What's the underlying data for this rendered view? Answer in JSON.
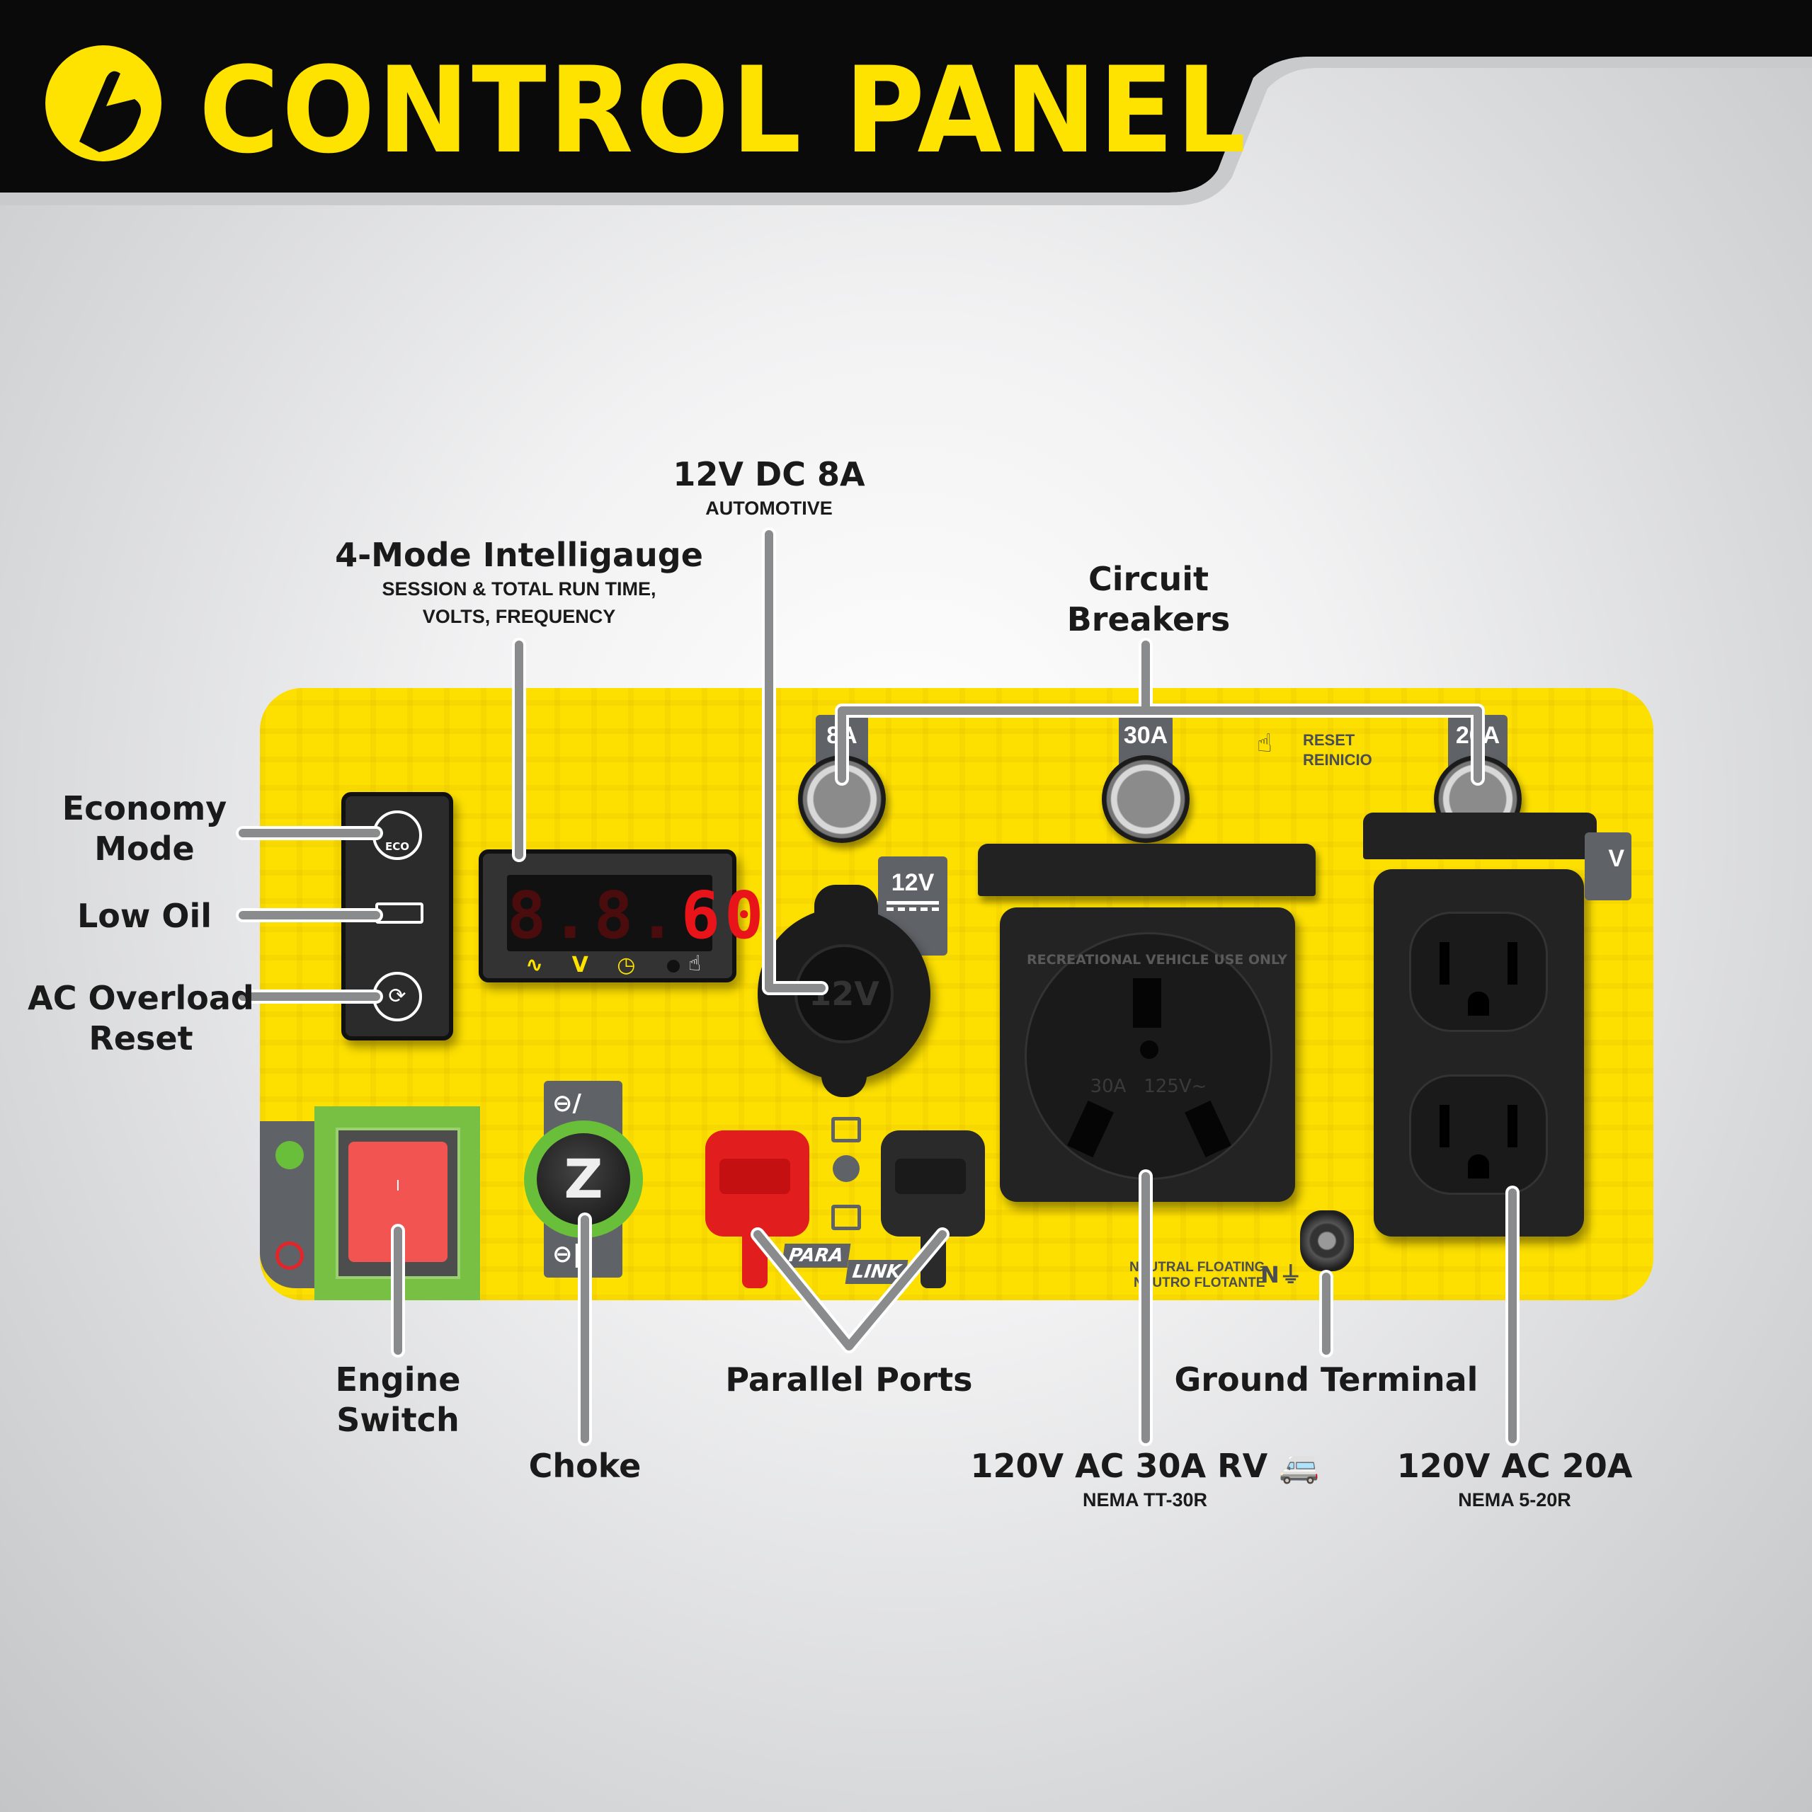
{
  "header": {
    "title": "CONTROL PANEL",
    "logo_icon": "hand-pointer-icon",
    "colors": {
      "bar": "#0a0a0a",
      "title": "#ffe300"
    }
  },
  "labels": {
    "dc": {
      "title": "12V DC 8A",
      "sub": "AUTOMOTIVE"
    },
    "gauge": {
      "title": "4-Mode Intelligauge",
      "sub1": "SESSION & TOTAL RUN TIME,",
      "sub2": "VOLTS, FREQUENCY"
    },
    "breakers": {
      "line1": "Circuit",
      "line2": "Breakers"
    },
    "eco": {
      "line1": "Economy",
      "line2": "Mode"
    },
    "oil": {
      "title": "Low Oil"
    },
    "overload": {
      "line1": "AC Overload",
      "line2": "Reset"
    },
    "engine": {
      "line1": "Engine",
      "line2": "Switch"
    },
    "choke": {
      "title": "Choke"
    },
    "parallel": {
      "title": "Parallel Ports"
    },
    "ground": {
      "title": "Ground Terminal"
    },
    "rv": {
      "title": "120V AC 30A RV",
      "sub": "NEMA TT-30R"
    },
    "ac20": {
      "title": "120V AC 20A",
      "sub": "NEMA 5-20R"
    }
  },
  "panel": {
    "color": "#fde000",
    "breaker_ratings": [
      "8A",
      "30A",
      "20A"
    ],
    "reset": {
      "line1": "RESET",
      "line2": "REINICIO"
    },
    "eco_icon_text": "ECO",
    "meter": {
      "dim_digits": "8.8.",
      "bright_digits": "60",
      "icons": [
        "frequency-icon",
        "voltage-icon",
        "clock-icon",
        "mode-button-icon"
      ]
    },
    "dc_badge": "12V",
    "socket_text": "12V",
    "rv_receptacle": {
      "ring_text": "RECREATIONAL VEHICLE USE ONLY",
      "rating": "30A   125V~"
    },
    "duplex_badge": "V",
    "paralink": {
      "left": "PARA",
      "right": "LINK"
    },
    "neutral": {
      "line1": "NEUTRAL FLOATING",
      "line2": "NEUTRO FLOTANTE"
    },
    "engine_switch_mark": "I"
  }
}
